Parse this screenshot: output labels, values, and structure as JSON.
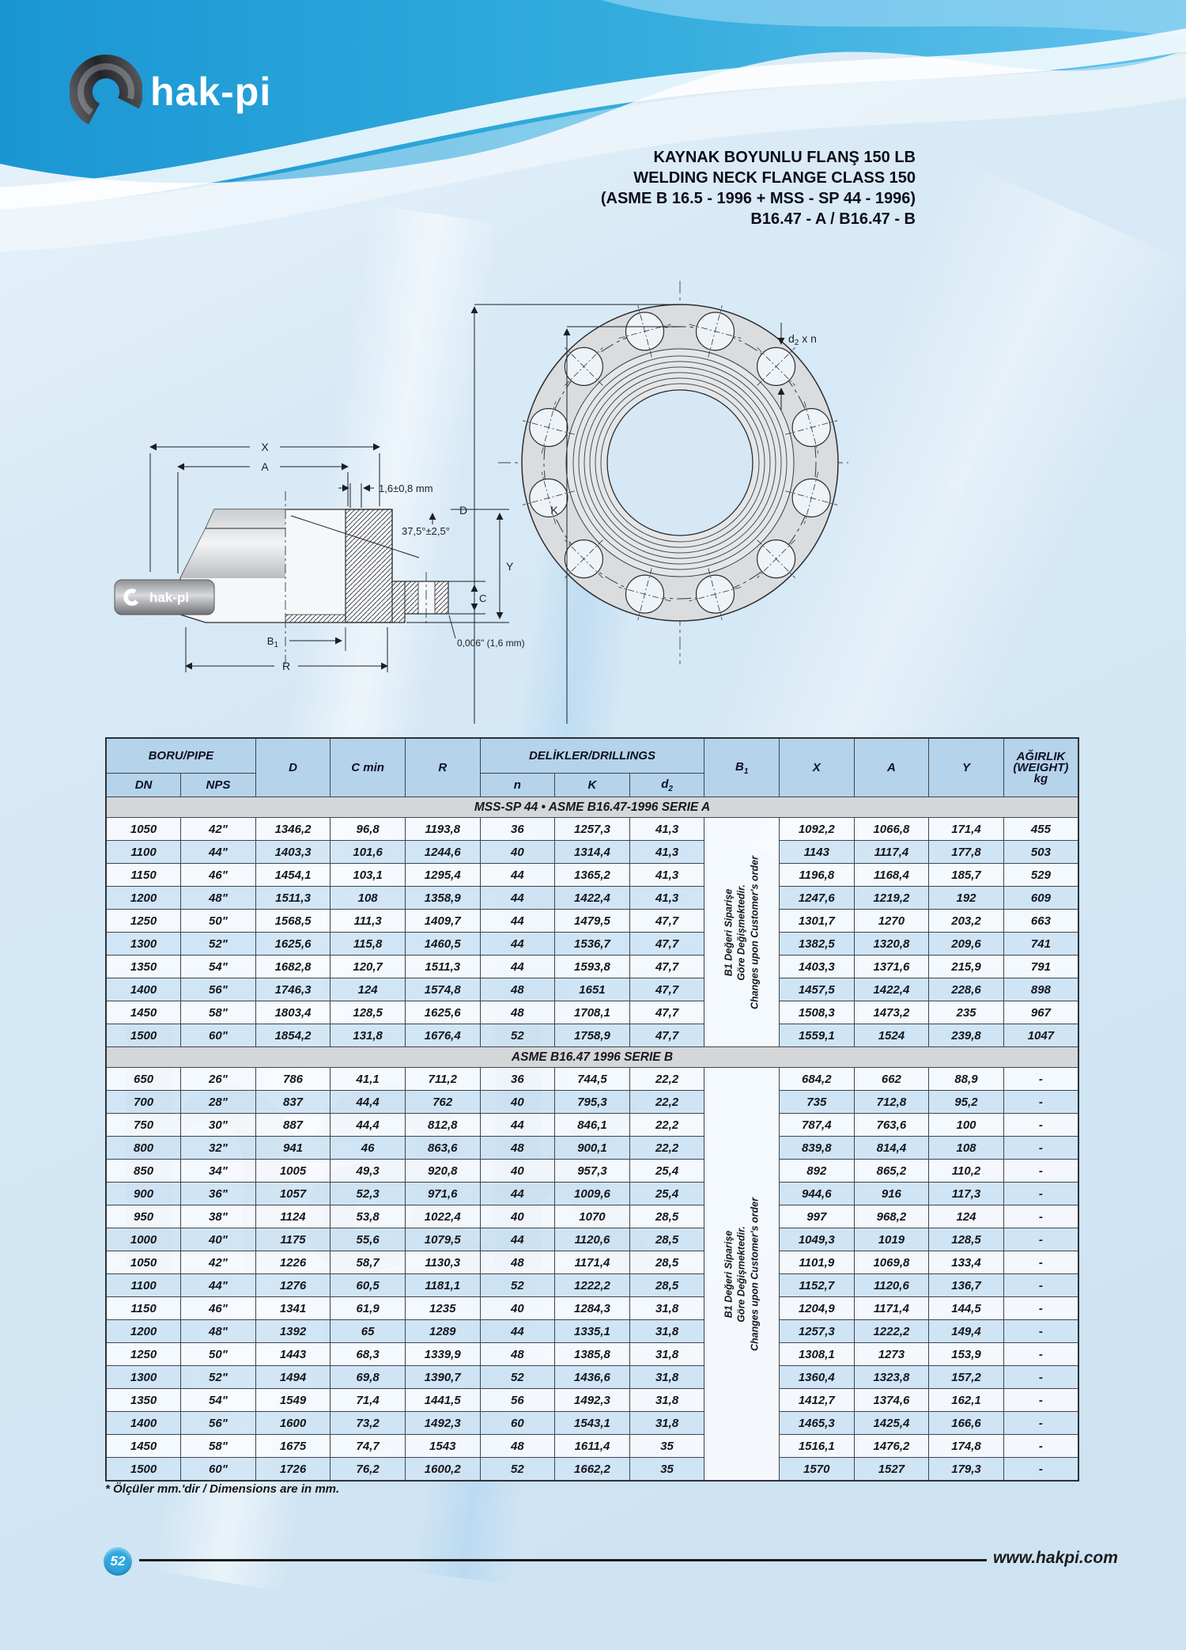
{
  "brand": {
    "logo_text": "hak-pi",
    "watermark": "hak"
  },
  "title": {
    "lines": [
      "KAYNAK BOYUNLU FLANŞ 150 LB",
      "WELDING NECK FLANGE CLASS 150",
      "(ASME B 16.5 - 1996 + MSS - SP 44 - 1996)",
      "B16.47 - A / B16.47 - B"
    ]
  },
  "drawing_side": {
    "dim_x": "X",
    "dim_a": "A",
    "dim_lip": "1,6±0,8 mm",
    "dim_angle": "37,5°±2,5°",
    "dim_y": "Y",
    "dim_c": "C",
    "dim_b1_base": "B",
    "dim_b1_sub": "1",
    "dim_r": "R",
    "dim_face": "0,006\" (1,6 mm)",
    "pipe_label": "hak-pi"
  },
  "drawing_front": {
    "dim_d": "D",
    "dim_k": "K",
    "dim_d2_base": "d",
    "dim_d2_sub": "2",
    "dim_d2_rest": " x n"
  },
  "table": {
    "h_pipe": "BORU/PIPE",
    "h_dn": "DN",
    "h_nps": "NPS",
    "h_d": "D",
    "h_cmin": "C min",
    "h_r": "R",
    "h_drill": "DELİKLER/DRILLINGS",
    "h_n": "n",
    "h_k": "K",
    "h_d2": [
      "d",
      "2"
    ],
    "h_b1": [
      "B",
      "1"
    ],
    "h_x": "X",
    "h_a": "A",
    "h_y": "Y",
    "h_weight": [
      "AĞIRLIK",
      "(WEIGHT)",
      "kg"
    ],
    "b1_note": [
      "B1 Değeri Siparişe",
      "Göre Değişmektedir.",
      "Changes upon Customer's order"
    ],
    "sections": [
      {
        "title": "MSS-SP 44 • ASME B16.47-1996 SERIE A",
        "rows": [
          [
            "1050",
            "42\"",
            "1346,2",
            "96,8",
            "1193,8",
            "36",
            "1257,3",
            "41,3",
            "1092,2",
            "1066,8",
            "171,4",
            "455"
          ],
          [
            "1100",
            "44\"",
            "1403,3",
            "101,6",
            "1244,6",
            "40",
            "1314,4",
            "41,3",
            "1143",
            "1117,4",
            "177,8",
            "503"
          ],
          [
            "1150",
            "46\"",
            "1454,1",
            "103,1",
            "1295,4",
            "44",
            "1365,2",
            "41,3",
            "1196,8",
            "1168,4",
            "185,7",
            "529"
          ],
          [
            "1200",
            "48\"",
            "1511,3",
            "108",
            "1358,9",
            "44",
            "1422,4",
            "41,3",
            "1247,6",
            "1219,2",
            "192",
            "609"
          ],
          [
            "1250",
            "50\"",
            "1568,5",
            "111,3",
            "1409,7",
            "44",
            "1479,5",
            "47,7",
            "1301,7",
            "1270",
            "203,2",
            "663"
          ],
          [
            "1300",
            "52\"",
            "1625,6",
            "115,8",
            "1460,5",
            "44",
            "1536,7",
            "47,7",
            "1382,5",
            "1320,8",
            "209,6",
            "741"
          ],
          [
            "1350",
            "54\"",
            "1682,8",
            "120,7",
            "1511,3",
            "44",
            "1593,8",
            "47,7",
            "1403,3",
            "1371,6",
            "215,9",
            "791"
          ],
          [
            "1400",
            "56\"",
            "1746,3",
            "124",
            "1574,8",
            "48",
            "1651",
            "47,7",
            "1457,5",
            "1422,4",
            "228,6",
            "898"
          ],
          [
            "1450",
            "58\"",
            "1803,4",
            "128,5",
            "1625,6",
            "48",
            "1708,1",
            "47,7",
            "1508,3",
            "1473,2",
            "235",
            "967"
          ],
          [
            "1500",
            "60\"",
            "1854,2",
            "131,8",
            "1676,4",
            "52",
            "1758,9",
            "47,7",
            "1559,1",
            "1524",
            "239,8",
            "1047"
          ]
        ]
      },
      {
        "title": "ASME B16.47  1996 SERIE B",
        "rows": [
          [
            "650",
            "26\"",
            "786",
            "41,1",
            "711,2",
            "36",
            "744,5",
            "22,2",
            "684,2",
            "662",
            "88,9",
            "-"
          ],
          [
            "700",
            "28\"",
            "837",
            "44,4",
            "762",
            "40",
            "795,3",
            "22,2",
            "735",
            "712,8",
            "95,2",
            "-"
          ],
          [
            "750",
            "30\"",
            "887",
            "44,4",
            "812,8",
            "44",
            "846,1",
            "22,2",
            "787,4",
            "763,6",
            "100",
            "-"
          ],
          [
            "800",
            "32\"",
            "941",
            "46",
            "863,6",
            "48",
            "900,1",
            "22,2",
            "839,8",
            "814,4",
            "108",
            "-"
          ],
          [
            "850",
            "34\"",
            "1005",
            "49,3",
            "920,8",
            "40",
            "957,3",
            "25,4",
            "892",
            "865,2",
            "110,2",
            "-"
          ],
          [
            "900",
            "36\"",
            "1057",
            "52,3",
            "971,6",
            "44",
            "1009,6",
            "25,4",
            "944,6",
            "916",
            "117,3",
            "-"
          ],
          [
            "950",
            "38\"",
            "1124",
            "53,8",
            "1022,4",
            "40",
            "1070",
            "28,5",
            "997",
            "968,2",
            "124",
            "-"
          ],
          [
            "1000",
            "40\"",
            "1175",
            "55,6",
            "1079,5",
            "44",
            "1120,6",
            "28,5",
            "1049,3",
            "1019",
            "128,5",
            "-"
          ],
          [
            "1050",
            "42\"",
            "1226",
            "58,7",
            "1130,3",
            "48",
            "1171,4",
            "28,5",
            "1101,9",
            "1069,8",
            "133,4",
            "-"
          ],
          [
            "1100",
            "44\"",
            "1276",
            "60,5",
            "1181,1",
            "52",
            "1222,2",
            "28,5",
            "1152,7",
            "1120,6",
            "136,7",
            "-"
          ],
          [
            "1150",
            "46\"",
            "1341",
            "61,9",
            "1235",
            "40",
            "1284,3",
            "31,8",
            "1204,9",
            "1171,4",
            "144,5",
            "-"
          ],
          [
            "1200",
            "48\"",
            "1392",
            "65",
            "1289",
            "44",
            "1335,1",
            "31,8",
            "1257,3",
            "1222,2",
            "149,4",
            "-"
          ],
          [
            "1250",
            "50\"",
            "1443",
            "68,3",
            "1339,9",
            "48",
            "1385,8",
            "31,8",
            "1308,1",
            "1273",
            "153,9",
            "-"
          ],
          [
            "1300",
            "52\"",
            "1494",
            "69,8",
            "1390,7",
            "52",
            "1436,6",
            "31,8",
            "1360,4",
            "1323,8",
            "157,2",
            "-"
          ],
          [
            "1350",
            "54\"",
            "1549",
            "71,4",
            "1441,5",
            "56",
            "1492,3",
            "31,8",
            "1412,7",
            "1374,6",
            "162,1",
            "-"
          ],
          [
            "1400",
            "56\"",
            "1600",
            "73,2",
            "1492,3",
            "60",
            "1543,1",
            "31,8",
            "1465,3",
            "1425,4",
            "166,6",
            "-"
          ],
          [
            "1450",
            "58\"",
            "1675",
            "74,7",
            "1543",
            "48",
            "1611,4",
            "35",
            "1516,1",
            "1476,2",
            "174,8",
            "-"
          ],
          [
            "1500",
            "60\"",
            "1726",
            "76,2",
            "1600,2",
            "52",
            "1662,2",
            "35",
            "1570",
            "1527",
            "179,3",
            "-"
          ]
        ]
      }
    ]
  },
  "footnote": "* Ölçüler mm.'dir / Dimensions are in mm.",
  "footer": {
    "page_number": "52",
    "website": "www.hakpi.com"
  },
  "colors": {
    "banner_blue": "#29a7e0",
    "page_bg": "#d6e8f5",
    "header_bg": "#b5d3ea",
    "section_bg": "#d5d6d8",
    "accent_circle": "#2fa8e0"
  }
}
